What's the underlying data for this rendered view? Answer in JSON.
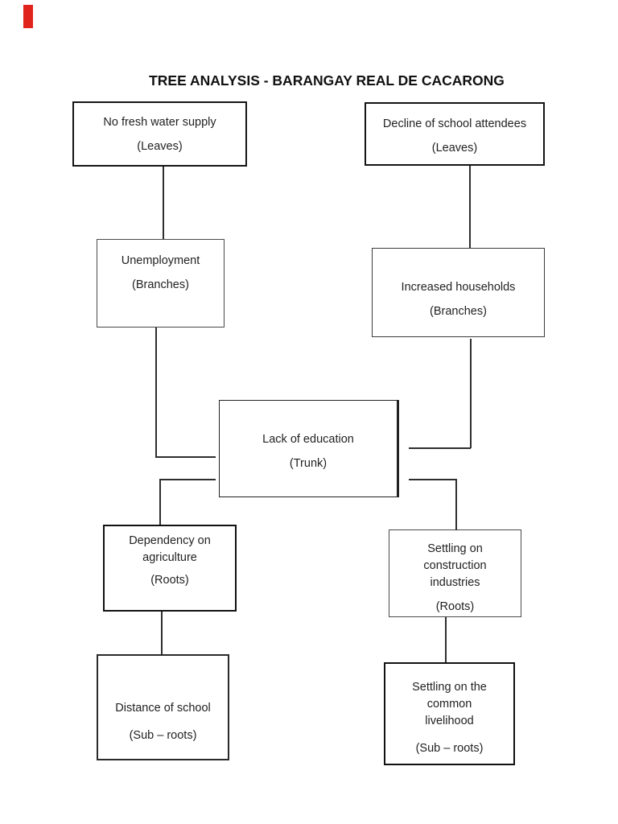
{
  "title": "TREE ANALYSIS - BARANGAY REAL DE CACARONG",
  "marker_color": "#e0241c",
  "nodes": [
    {
      "label": "No fresh water supply",
      "sublabel": "(Leaves)"
    },
    {
      "label": "Decline of school attendees",
      "sublabel": "(Leaves)"
    },
    {
      "label": "Unemployment",
      "sublabel": "(Branches)"
    },
    {
      "label": "Increased households",
      "sublabel": "(Branches)"
    },
    {
      "label": "Lack of education",
      "sublabel": "(Trunk)"
    },
    {
      "label": "Dependency on\nagriculture",
      "sublabel": "(Roots)"
    },
    {
      "label": "Settling on\nconstruction\nindustries",
      "sublabel": "(Roots)"
    },
    {
      "label": "Distance of school",
      "sublabel": "(Sub – roots)"
    },
    {
      "label": "Settling on the\ncommon\nlivelihood",
      "sublabel": "(Sub – roots)"
    }
  ]
}
